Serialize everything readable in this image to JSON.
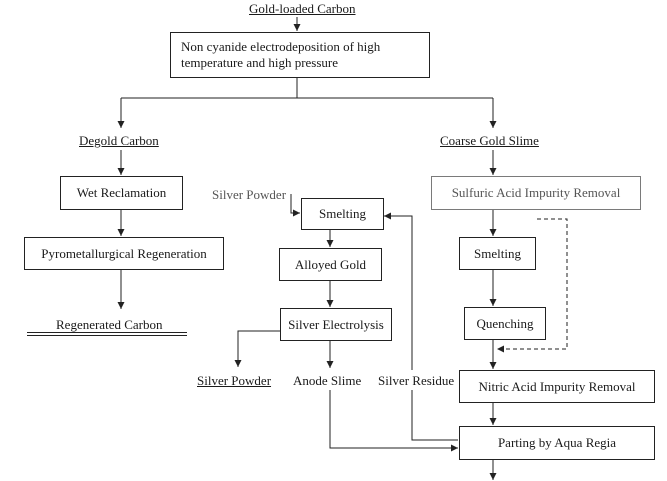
{
  "diagram": {
    "nodes": {
      "gold_loaded_carbon": "Gold-loaded Carbon",
      "electrodeposition": "Non cyanide electrodeposition of high temperature and high pressure",
      "degold_carbon": "Degold Carbon",
      "coarse_gold_slime": "Coarse Gold Slime",
      "wet_reclamation": "Wet Reclamation",
      "pyrometallurgical_regeneration": "Pyrometallurgical Regeneration",
      "regenerated_carbon": "Regenerated Carbon",
      "silver_powder_input": "Silver Powder",
      "smelting_center": "Smelting",
      "alloyed_gold": "Alloyed Gold",
      "silver_electrolysis": "Silver Electrolysis",
      "silver_powder_output": "Silver Powder",
      "anode_slime": "Anode Slime",
      "silver_residue": "Silver Residue",
      "sulfuric_acid_removal": "Sulfuric Acid Impurity Removal",
      "smelting_right": "Smelting",
      "quenching": "Quenching",
      "nitric_acid_removal": "Nitric Acid Impurity Removal",
      "parting_aqua_regia": "Parting by Aqua Regia"
    },
    "edges": [
      {
        "from": "gold_loaded_carbon",
        "to": "electrodeposition"
      },
      {
        "from": "electrodeposition",
        "to": "degold_carbon"
      },
      {
        "from": "electrodeposition",
        "to": "coarse_gold_slime"
      },
      {
        "from": "degold_carbon",
        "to": "wet_reclamation"
      },
      {
        "from": "wet_reclamation",
        "to": "pyrometallurgical_regeneration"
      },
      {
        "from": "pyrometallurgical_regeneration",
        "to": "regenerated_carbon"
      },
      {
        "from": "coarse_gold_slime",
        "to": "sulfuric_acid_removal"
      },
      {
        "from": "sulfuric_acid_removal",
        "to": "smelting_right"
      },
      {
        "from": "smelting_right",
        "to": "quenching"
      },
      {
        "from": "quenching",
        "to": "nitric_acid_removal"
      },
      {
        "from": "sulfuric_acid_removal",
        "to": "nitric_acid_removal",
        "style": "dashed"
      },
      {
        "from": "nitric_acid_removal",
        "to": "parting_aqua_regia"
      },
      {
        "from": "silver_powder_input",
        "to": "smelting_center"
      },
      {
        "from": "smelting_center",
        "to": "alloyed_gold"
      },
      {
        "from": "alloyed_gold",
        "to": "silver_electrolysis"
      },
      {
        "from": "silver_electrolysis",
        "to": "silver_powder_output"
      },
      {
        "from": "silver_electrolysis",
        "to": "anode_slime"
      },
      {
        "from": "anode_slime",
        "to": "parting_aqua_regia"
      },
      {
        "from": "parting_aqua_regia",
        "to": "smelting_center",
        "via": "silver_residue"
      }
    ]
  }
}
